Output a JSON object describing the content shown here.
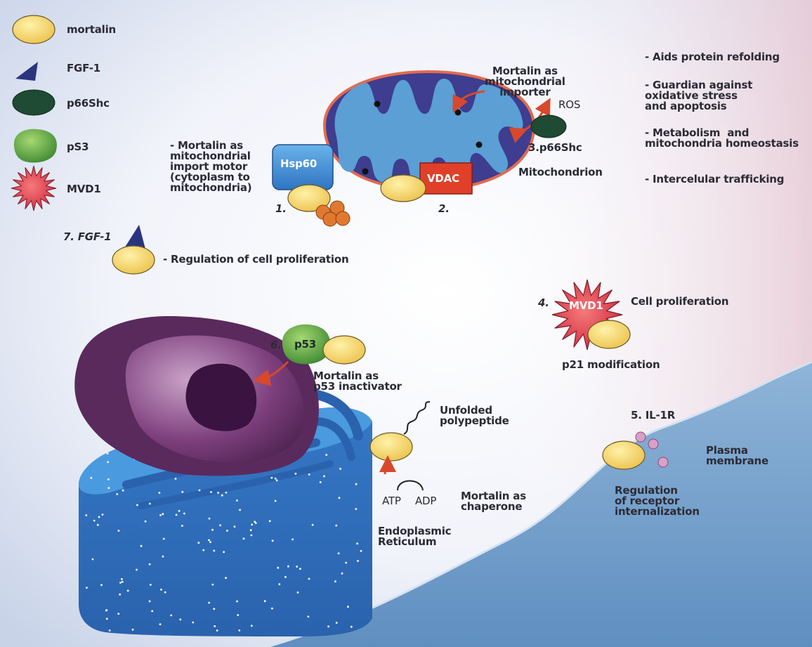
{
  "legend": [
    {
      "label": "mortalin",
      "icon": "mortalin-oval-icon"
    },
    {
      "label": "FGF-1",
      "icon": "fgf1-triangle-icon"
    },
    {
      "label": "p66Shc",
      "icon": "p66shc-oval-icon"
    },
    {
      "label": "pS3",
      "icon": "p53-blob-icon"
    },
    {
      "label": "MVD1",
      "icon": "mvd1-starburst-icon"
    }
  ],
  "functions": [
    "- Aids protein refolding",
    "- Guardian against\noxidative stress\nand apoptosis",
    "- Metabolism  and\nmitochondria homeostasis",
    "- Intercelular trafficking"
  ],
  "mitochondria": {
    "importer": "Mortalin as\nmitochondrial\nimporter",
    "ros": "ROS",
    "p66shc": "3.p66Shc",
    "label": "Mitochondrion",
    "hsp60": "Hsp60",
    "vdac": "VDAC",
    "num1": "1.",
    "num2": "2.",
    "import_motor": "- Mortalin as\nmitochondrial\nimport motor\n(cytoplasm to\nmitochondria)"
  },
  "fgf": {
    "label": "7. FGF-1",
    "regulation": "- Regulation of cell proliferation"
  },
  "mvd1": {
    "num": "4.",
    "label": "MVD1",
    "proliferation": "Cell proliferation",
    "modification": "p21 modification"
  },
  "p53": {
    "num": "6.",
    "label": "p53",
    "inactivator": "Mortalin as\np53 inactivator"
  },
  "er": {
    "unfolded": "Unfolded\npolypeptide",
    "atp": "ATP",
    "adp": "ADP",
    "chaperone": "Mortalin as\nchaperone",
    "label": "Endoplasmic\nReticulum"
  },
  "membrane": {
    "il1r": "5. IL-1R",
    "plasma": "Plasma\nmembrane",
    "regulation": "Regulation\nof receptor\ninternalization"
  },
  "colors": {
    "mortalin": "#f3d165",
    "fgf1": "#2a3580",
    "p66shc": "#1f4a33",
    "p53": "#6bb14a",
    "mvd1": "#e0344a",
    "mitochondria_outer": "#3e3d8f",
    "mitochondria_inner": "#5b9fd4",
    "vdac": "#e0402a",
    "hsp60": "#3f8fd6",
    "nucleus": "#7b3e78",
    "er": "#3d87cf",
    "arrow": "#d9482b"
  }
}
